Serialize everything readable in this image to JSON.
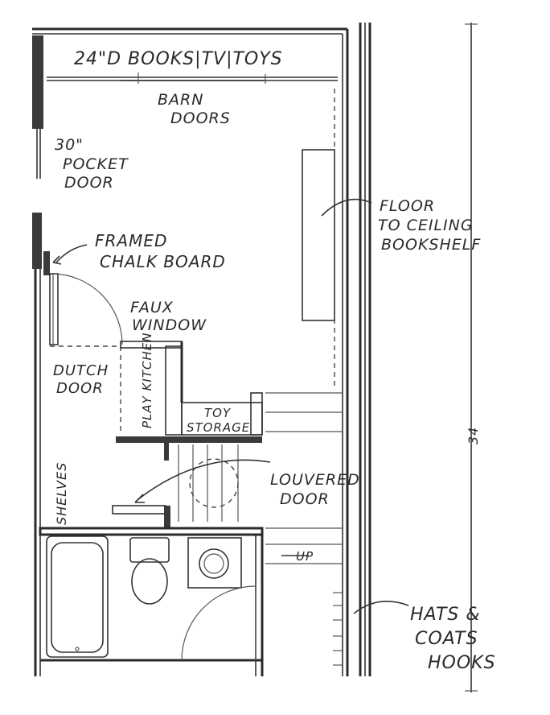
{
  "labels": {
    "shelf_top": "24\"D BOOKS|TV|TOYS",
    "barn_doors_1": "BARN",
    "barn_doors_2": "DOORS",
    "pocket_1": "30\"",
    "pocket_2": "POCKET",
    "pocket_3": "DOOR",
    "chalk_1": "FRAMED",
    "chalk_2": "CHALK BOARD",
    "faux_1": "FAUX",
    "faux_2": "WINDOW",
    "dutch_1": "DUTCH",
    "dutch_2": "DOOR",
    "play_kitchen": "PLAY KITCHEN",
    "toy_1": "TOY",
    "toy_2": "STORAGE",
    "shelves": "SHELVES",
    "louvered_1": "LOUVERED",
    "louvered_2": "DOOR",
    "bookshelf_1": "FLOOR",
    "bookshelf_2": "TO CEILING",
    "bookshelf_3": "BOOKSHELF",
    "up": "UP",
    "hooks_1": "HATS &",
    "hooks_2": "COATS",
    "hooks_3": "HOOKS",
    "dimension": "34"
  },
  "colors": {
    "ink": "#2b2b2b",
    "paper": "#ffffff"
  }
}
